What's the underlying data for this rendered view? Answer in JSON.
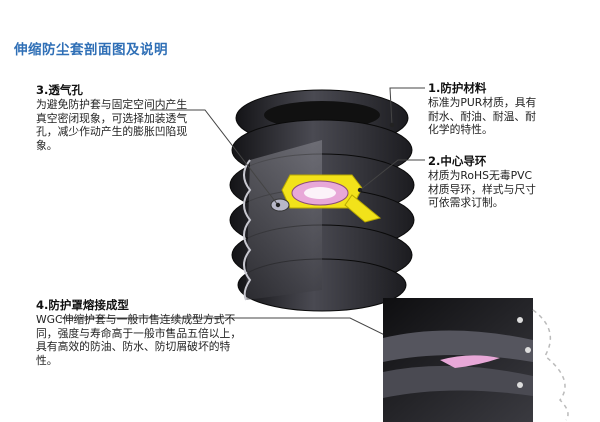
{
  "title": "伸缩防尘套剖面图及说明",
  "sections": {
    "s3": {
      "heading": "3.透气孔",
      "body": "为避免防护套与固定空间内产生\n真空密闭现象，可选择加装透气\n孔，减少作动产生的膨胀凹陷现\n象。"
    },
    "s1": {
      "heading": "1.防护材料",
      "body": "标准为PUR材质，具有\n耐水、耐油、耐温、耐\n化学的特性。"
    },
    "s2": {
      "heading": "2.中心导环",
      "body": "材质为RoHS无毒PVC\n材质导环，样式与尺寸\n可依需求订制。"
    },
    "s4": {
      "heading": "4.防护罩熔接成型",
      "body": "WGC伸缩护套与一般市售连续成型方式不\n同，强度与寿命高于一般市售品五倍以上，\n具有高效的防油、防水、防切屑破坏的特\n性。"
    }
  },
  "colors": {
    "title": "#2f6fb6",
    "bellows": "#2a2a2e",
    "guide_ring": "#f2e21a",
    "inner": "#e8a8d8"
  }
}
